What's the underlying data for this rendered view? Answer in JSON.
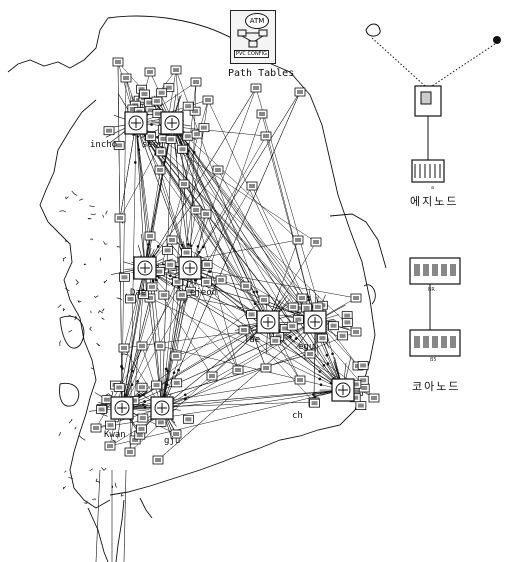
{
  "title": {
    "atm_badge": "ATM",
    "pvc_caption": "PVC CONFIG",
    "path_tables": "Path Tables"
  },
  "labels": {
    "incheon": "incho",
    "seoul": "seou",
    "daejeon": "Dae",
    "daejeon2": "ejeon",
    "daegu": "Tae",
    "daegu2": "egu",
    "gwangju": "Kwan",
    "gwangju2": "gju",
    "busan": "ch"
  },
  "legend": {
    "edge_label": "에지노드",
    "core_label": "코아노드",
    "edge_code": "a",
    "core_code": "BR",
    "core_code2": "B5"
  },
  "colors": {
    "ink": "#111111",
    "bg": "#ffffff"
  }
}
